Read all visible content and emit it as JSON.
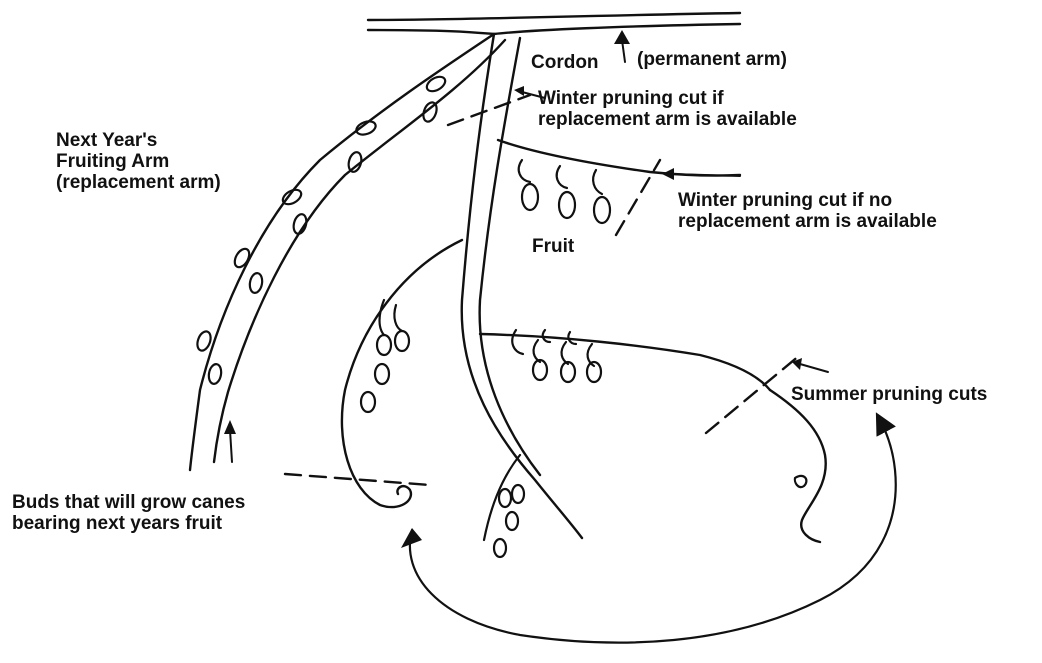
{
  "labels": {
    "cordon": "Cordon",
    "permanent_arm": "(permanent arm)",
    "winter_cut_replacement": "Winter pruning cut if\nreplacement arm is available",
    "next_year_arm": "Next Year's\nFruiting Arm\n(replacement arm)",
    "winter_cut_no_replacement": "Winter pruning cut if no\nreplacement arm is available",
    "fruit": "Fruit",
    "summer_cuts": "Summer pruning cuts",
    "buds": "Buds that will grow canes\nbearing next years fruit"
  },
  "colors": {
    "ink": "#111111",
    "paper": "#ffffff"
  }
}
